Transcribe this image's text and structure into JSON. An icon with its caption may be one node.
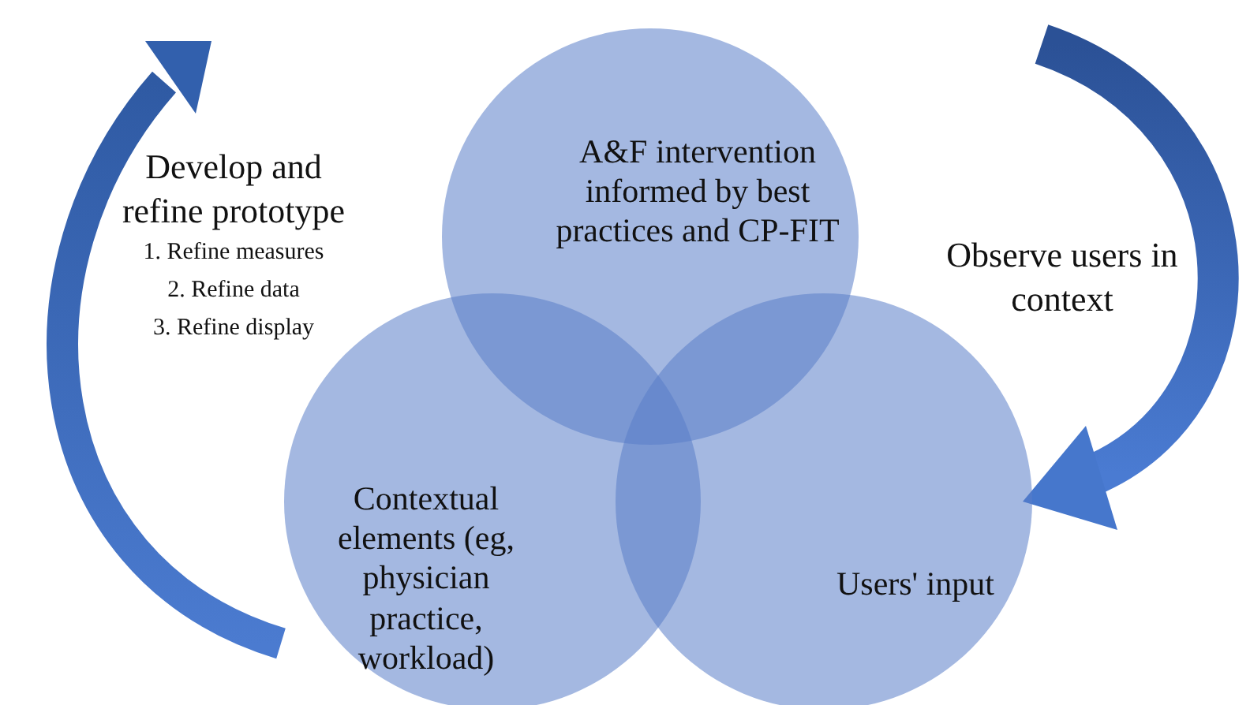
{
  "diagram": {
    "nodes": [
      {
        "text": [
          "A&F intervention informed by best practices and CP-FIT"
        ]
      },
      {
        "text": [
          "Contextual elements (eg, physician practice, workload)"
        ]
      },
      {
        "text": [
          "Users' input"
        ]
      }
    ],
    "labels": [
      "Develop and refine prototype",
      "1. Refine measures",
      "2. Refine data",
      "3. Refine display",
      "Observe users in context"
    ]
  }
}
